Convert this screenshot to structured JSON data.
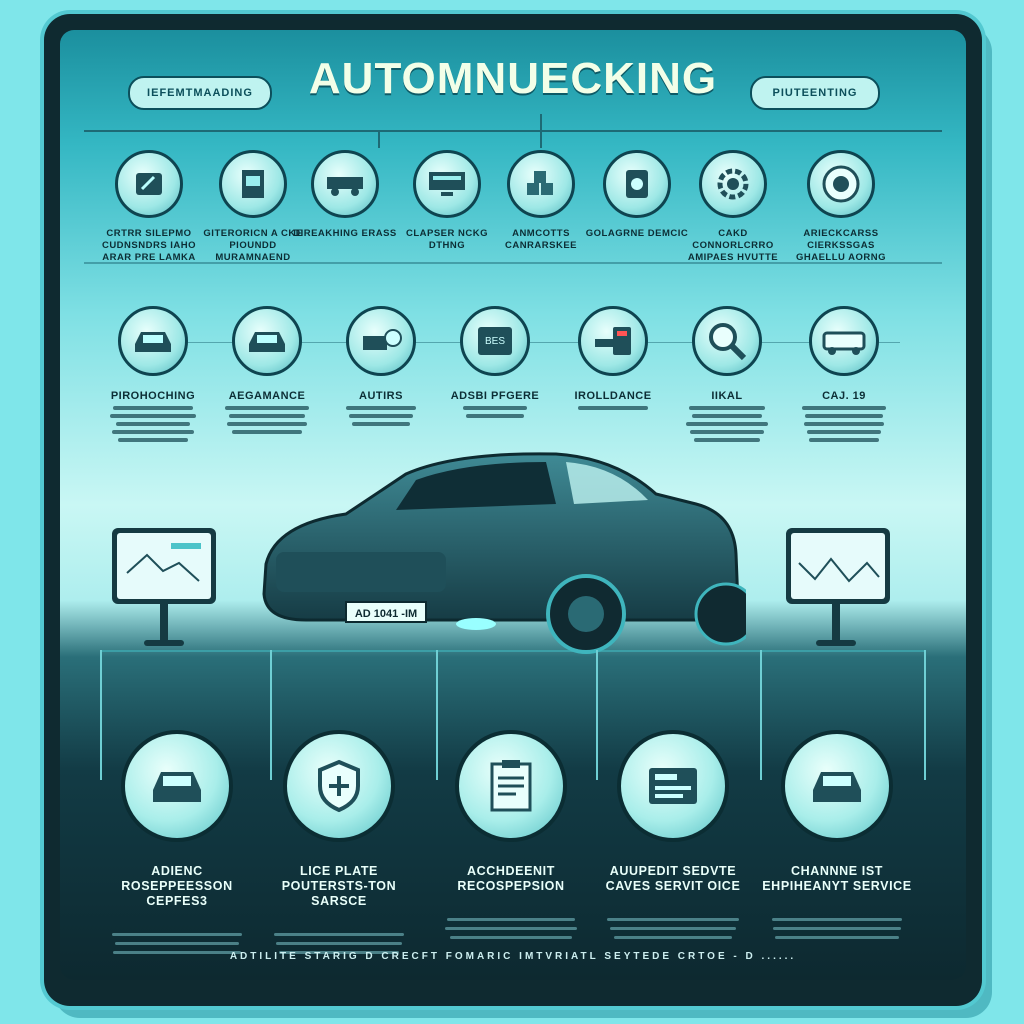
{
  "header": {
    "title": "AUTOMNUECKING",
    "left_pill": "IEFEMTMAADING",
    "right_pill": "PIUTEENTING"
  },
  "row1": [
    {
      "icon": "tablet-icon",
      "label": "CRTRR SILEPMO CUDNSNDRS IAHO ARAR PRE LAMKA"
    },
    {
      "icon": "document-icon",
      "label": "GITERORICN A CKE PIOUNDD MURAMNAEND"
    },
    {
      "icon": "truck-icon",
      "label": "DIREAKHING ERASS"
    },
    {
      "icon": "monitor-icon",
      "label": "CLAPSER NCKG DTHNG"
    },
    {
      "icon": "boxes-icon",
      "label": "ANMCOTTS CANRARSKEE"
    },
    {
      "icon": "device-icon",
      "label": "GOLAGRNE DEMCIC"
    },
    {
      "icon": "gear-icon",
      "label": "CAKD CONNORLCRRO AMIPAES HVUTTE"
    },
    {
      "icon": "dial-icon",
      "label": "ARIECKCARSS CIERKSSGAS GHAELLU AORNG"
    }
  ],
  "row2": [
    {
      "icon": "car-icon",
      "label": "PIROHOCHING"
    },
    {
      "icon": "car-icon",
      "label": "AEGAMANCE"
    },
    {
      "icon": "camera-car-icon",
      "label": "AUTIRS"
    },
    {
      "icon": "bes-icon",
      "label": "ADSBI PFGERE"
    },
    {
      "icon": "scanner-icon",
      "label": "IROLLDANCE"
    },
    {
      "icon": "magnifier-icon",
      "label": "IIKAL"
    },
    {
      "icon": "van-icon",
      "label": "CAJ. 19"
    }
  ],
  "car": {
    "plate": "AD 1041 -IM"
  },
  "row3": [
    {
      "icon": "car-icon",
      "label": "ADIENC ROSEPPEESSON CEPFES3"
    },
    {
      "icon": "shield-plus-icon",
      "label": "LICE PLATE POUTERSTS-TON SARSCE"
    },
    {
      "icon": "clipboard-icon",
      "label": "ACCHDEENIT RECOSPEPSION"
    },
    {
      "icon": "license-card-icon",
      "label": "AUUPEDIT SEDVTE CAVES SERVIT OICE"
    },
    {
      "icon": "car-icon",
      "label": "CHANNNE IST EHPIHEANYT SERVICE"
    }
  ],
  "footer": "ADTILITE  STARIG  D  CRECFT  FOMARIC  IMTVRIATL SEYTEDE  CRTOE  -  D  ......",
  "colors": {
    "background": "#7fe6ea",
    "frame": "#0f2a30",
    "accent": "#1b8f9e"
  }
}
